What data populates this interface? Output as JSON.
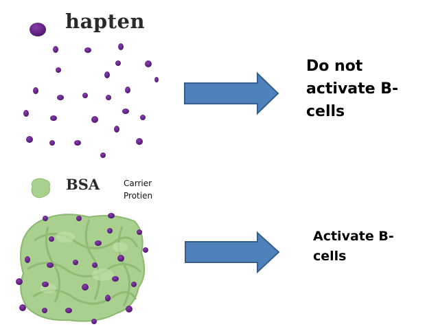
{
  "legend": {
    "hapten_label": "hapten",
    "bsa_label": "BSA",
    "carrier_line1": "Carrier",
    "carrier_line2": "Protien"
  },
  "outcomes": {
    "free_hapten": "Do not activate B-cells",
    "conjugate": "Activate B-cells"
  },
  "colors": {
    "hapten": "#5b1e78",
    "carrier": "#a9d08e",
    "arrow_fill": "#4f81bd",
    "arrow_stroke": "#385d8a"
  }
}
